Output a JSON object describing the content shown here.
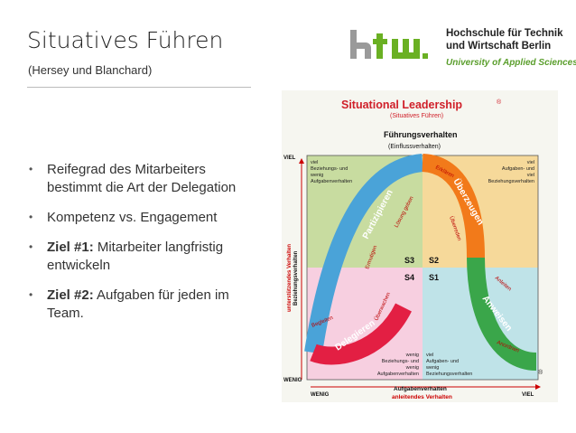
{
  "header": {
    "title": "Situatives Führen",
    "subtitle": "(Hersey und Blanchard)"
  },
  "logo": {
    "name_line1": "Hochschule für Technik",
    "name_line2": "und Wirtschaft Berlin",
    "subline": "University of Applied Sciences",
    "colors": {
      "gray": "#9a9a9a",
      "green": "#6ab023"
    }
  },
  "bullets": [
    {
      "bold": "",
      "text": "Reifegrad des Mitarbeiters bestimmt die Art der Delegation"
    },
    {
      "bold": "",
      "text": "Kompetenz vs. Engagement"
    },
    {
      "bold": "Ziel #1:",
      "text": " Mitarbeiter langfristig entwickeln"
    },
    {
      "bold": "Ziel #2:",
      "text": " Aufgaben für jeden im Team."
    }
  ],
  "diagram": {
    "title": "Situational Leadership",
    "reg": "®",
    "title_sub": "(Situatives Führen)",
    "heading": "Führungsverhalten",
    "heading_sub": "(Einflussverhalten)",
    "y_top": "VIEL",
    "y_bottom": "WENIG",
    "x_left": "WENIG",
    "x_right": "VIEL",
    "y_axis_label1": "unterstützendes Verhalten",
    "y_axis_label2": "Beziehungsverhalten",
    "x_axis_label1": "Aufgabenverhalten",
    "x_axis_label2": "anleitendes Verhalten",
    "reg_bottom": "®",
    "quadrants": {
      "s3": {
        "code": "S3",
        "name": "Partizipieren",
        "desc1": "viel",
        "desc2": "Beziehungs- und",
        "desc3": "wenig",
        "desc4": "Aufgabenverhalten",
        "arrow_in": "Ermutigen",
        "arrow_out": "Lösung geben",
        "color": "#c8dca0"
      },
      "s2": {
        "code": "S2",
        "name": "Überzeugen",
        "desc1": "viel",
        "desc2": "Aufgaben- und",
        "desc3": "viel",
        "desc4": "Beziehungsverhalten",
        "arrow_in": "Erklären",
        "arrow_out": "Überreden",
        "color": "#f6d99a"
      },
      "s4": {
        "code": "S4",
        "name": "Delegieren",
        "desc1": "wenig",
        "desc2": "Beziehungs- und",
        "desc3": "wenig",
        "desc4": "Aufgabenverhalten",
        "arrow_in": "Begleiten",
        "arrow_out": "Überwachen",
        "color": "#f7cfe0"
      },
      "s1": {
        "code": "S1",
        "name": "Anweisen",
        "desc1": "viel",
        "desc2": "Aufgaben- und",
        "desc3": "wenig",
        "desc4": "Beziehungsverhalten",
        "arrow_in": "Anleiten",
        "arrow_out": "Anordnen",
        "color": "#bfe3e8"
      }
    },
    "curve_colors": {
      "s3": "#4aa3d8",
      "s2": "#f27a1a",
      "s4": "#e31f43",
      "s1": "#3aa64a"
    }
  }
}
